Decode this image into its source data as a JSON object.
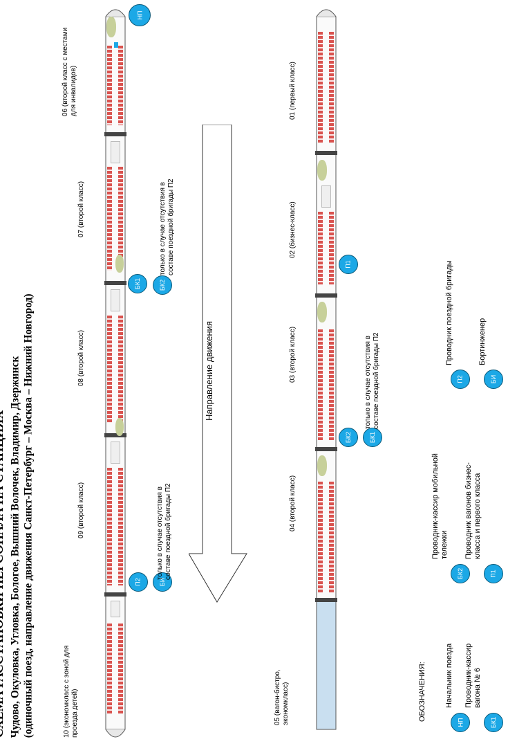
{
  "title": {
    "line1": "СХЕМА РАССТАНОВКИ ПЕРСОНАЛА НА СТАНЦИЯХ",
    "line2": "Чудово, Окуловка, Угловка, Бологое, Вышний Волочек, Владимир, Дзержинск",
    "line3": "(одиночный поезд, направление движения Санкт-Петербург – Москва – Нижний Новгород)"
  },
  "direction_label": "Направление движения",
  "top_train": {
    "cars": [
      {
        "id": "10",
        "label_lines": [
          "10 (экономкласс с зоной для",
          "проезда детей)"
        ]
      },
      {
        "id": "09",
        "label_lines": [
          "09 (второй класс)"
        ]
      },
      {
        "id": "08",
        "label_lines": [
          "08 (второй класс)"
        ]
      },
      {
        "id": "07",
        "label_lines": [
          "07 (второй класс)"
        ]
      },
      {
        "id": "06",
        "label_lines": [
          "06 (второй класс с местами",
          "для инвалидов)"
        ]
      }
    ],
    "notes": [
      {
        "lines": [
          "только в случае отсутствия в",
          "составе поездной бригады П2"
        ]
      },
      {
        "lines": [
          "только в случае отсутствия в",
          "составе поездной бригады П2"
        ]
      }
    ]
  },
  "bottom_train": {
    "cars": [
      {
        "id": "05",
        "label_lines": [
          "05 (вагон-бистро,",
          "экономкласс)"
        ]
      },
      {
        "id": "04",
        "label_lines": [
          "04 (второй класс)"
        ]
      },
      {
        "id": "03",
        "label_lines": [
          "03 (второй класс)"
        ]
      },
      {
        "id": "02",
        "label_lines": [
          "02 (бизнес-класс)"
        ]
      },
      {
        "id": "01",
        "label_lines": [
          "01 (первый класс)"
        ]
      }
    ],
    "notes": [
      {
        "lines": [
          "только в случае отсутствия в",
          "составе поездной бригады П2"
        ]
      }
    ]
  },
  "badges": {
    "np": "НП",
    "p2": "П2",
    "bi": "БИ",
    "bk1": "БК1",
    "bk2": "БК2",
    "p1": "П1"
  },
  "legend": {
    "heading": "ОБОЗНАЧЕНИЯ:",
    "items": [
      {
        "code": "НП",
        "lines": [
          "Начальник поезда"
        ]
      },
      {
        "code": "БК1",
        "lines": [
          "Проводник-кассир",
          "вагона № 6"
        ]
      },
      {
        "code": "БК2",
        "lines": [
          "Проводник-кассир мобильной",
          "тележки"
        ]
      },
      {
        "code": "П1",
        "lines": [
          "Проводник вагонов бизнес-",
          "класса и первого класса"
        ]
      },
      {
        "code": "П2",
        "lines": [
          "Проводник поездной бригады"
        ]
      },
      {
        "code": "БИ",
        "lines": [
          "Бортинженер"
        ]
      }
    ]
  }
}
